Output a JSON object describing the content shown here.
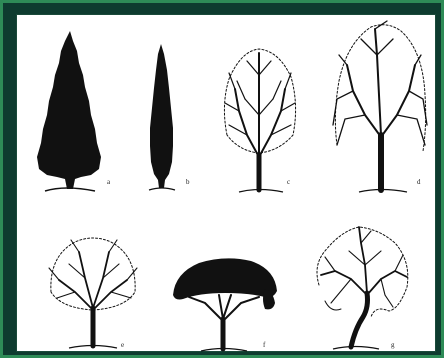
{
  "figure": {
    "colors": {
      "ink": "#111111",
      "panel": "#ffffff",
      "frame": "#0e3b2f",
      "border": "#2e8b57"
    },
    "trees": [
      {
        "label": "a"
      },
      {
        "label": "b"
      },
      {
        "label": "c"
      },
      {
        "label": "d"
      },
      {
        "label": "e"
      },
      {
        "label": "f"
      },
      {
        "label": "g"
      }
    ]
  }
}
